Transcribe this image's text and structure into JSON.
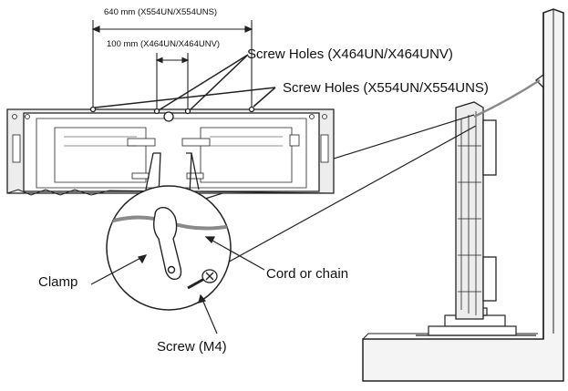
{
  "labels": {
    "dim_640": "640 mm (X554UN/X554UNS)",
    "dim_100": "100 mm (X464UN/X464UNV)",
    "screw_holes_464": "Screw Holes (X464UN/X464UNV)",
    "screw_holes_554": "Screw Holes (X554UN/X554UNS)",
    "clamp": "Clamp",
    "cord_or_chain": "Cord or chain",
    "screw": "Screw (M4)"
  },
  "colors": {
    "line": "#222222",
    "wall_fill": "#f4f4f4",
    "cord": "#8a8a8a",
    "panel_fill": "#ededed"
  },
  "icons": {
    "clamp": "clamp-icon",
    "screw": "screw-icon"
  }
}
